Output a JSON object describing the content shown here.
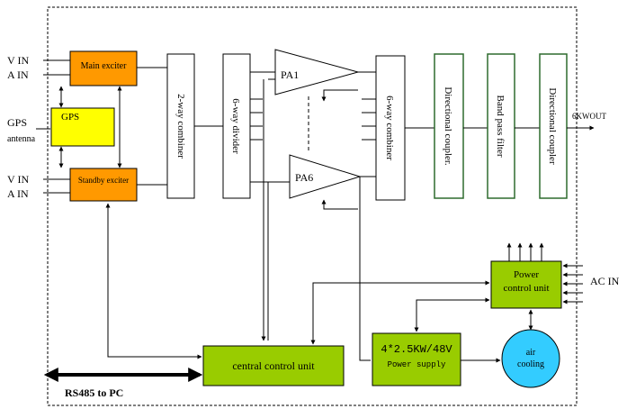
{
  "inputs": {
    "main_v_in": "V IN",
    "main_a_in": "A IN",
    "gps_label": "GPS",
    "gps_sub": "antenna",
    "standby_v_in": "V IN",
    "standby_a_in": "A IN",
    "ac_in": "AC IN",
    "rs485": "RS485 to PC"
  },
  "blocks": {
    "main_exciter": "Main exciter",
    "gps": "GPS",
    "standby_exciter": "Standby exciter",
    "two_way_combiner": "2-way combiner",
    "six_way_divider": "6-way divider",
    "pa1": "PA1",
    "pa6": "PA6",
    "six_way_combiner": "6-way combiner",
    "directional_coupler_1": "Directional coupler.",
    "band_pass_filter": "Band pass filter",
    "directional_coupler_2": "Directional coupler",
    "output": "6KWOUT",
    "power_control_unit_line1": "Power",
    "power_control_unit_line2": "control unit",
    "power_supply_main": "4*2.5KW/48V",
    "power_supply_sub": "Power supply",
    "air_cooling_line1": "air",
    "air_cooling_line2": "cooling",
    "central_control_unit": "central control unit"
  },
  "colors": {
    "exciter_fill": "#ff9900",
    "gps_fill": "#ffff00",
    "control_fill": "#99cc00",
    "cooling_fill": "#33ccff",
    "coupler_border": "#2e6b2e",
    "frame": "#000000"
  }
}
